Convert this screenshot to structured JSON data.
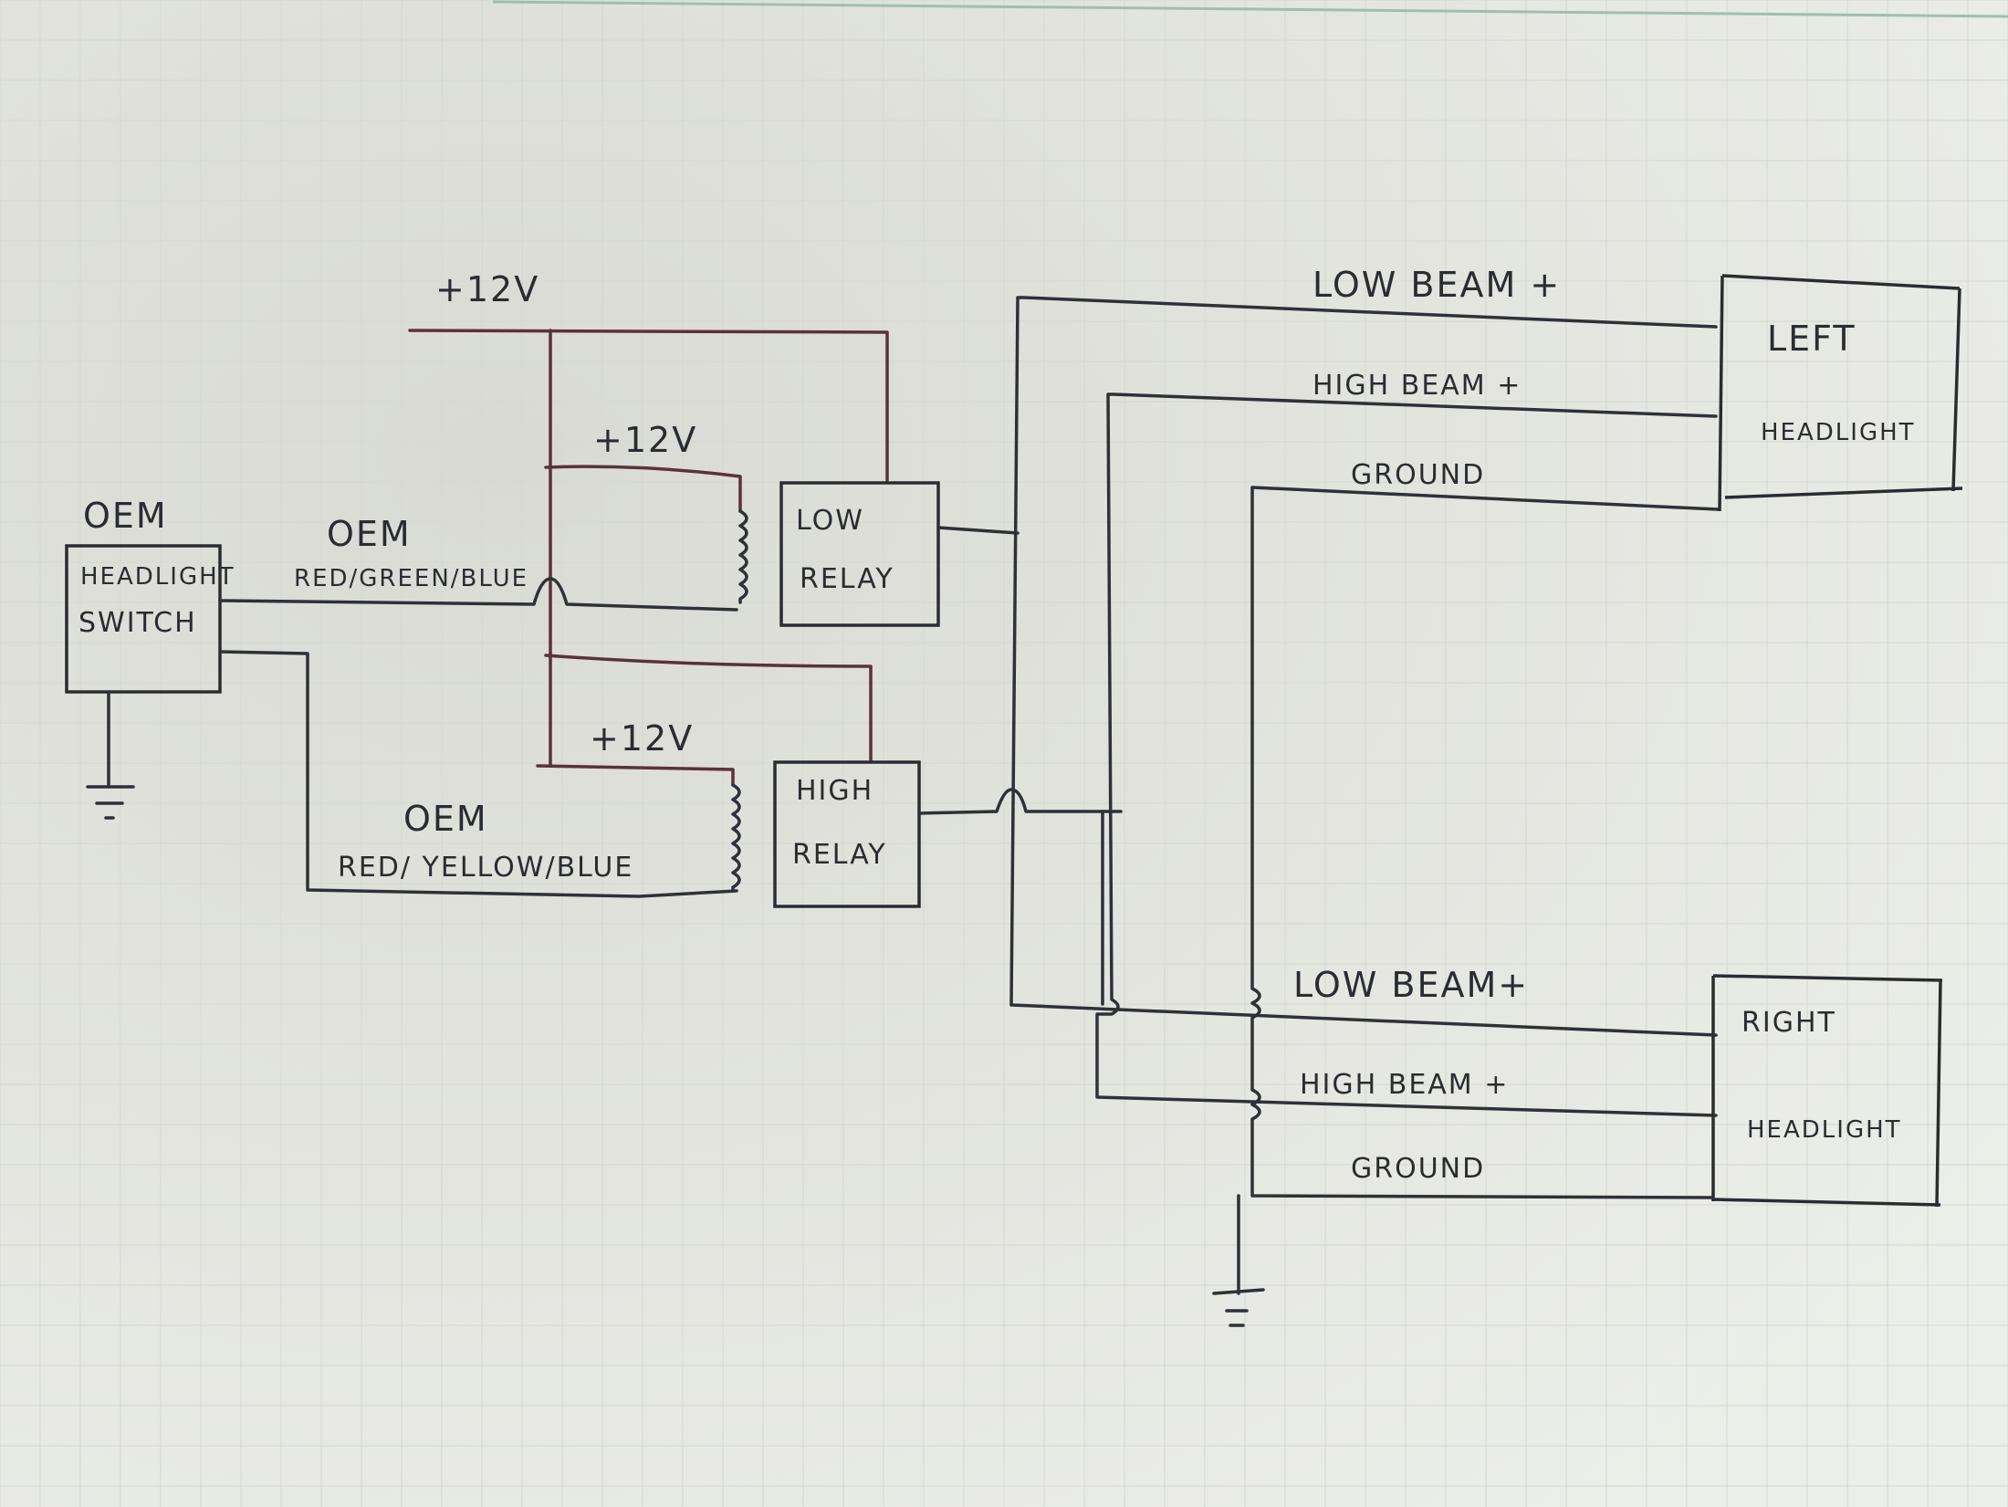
{
  "supply": {
    "top_label": "+12V",
    "low_coil_label": "+12V",
    "high_coil_label": "+12V"
  },
  "headlight_switch": {
    "oem_label": "OEM",
    "line1": "HEADLIGHT",
    "line2": "SWITCH"
  },
  "wire_low_signal": {
    "oem_label": "OEM",
    "color_label": "RED/GREEN/BLUE"
  },
  "wire_high_signal": {
    "oem_label": "OEM",
    "color_label": "RED/ YELLOW/BLUE"
  },
  "low_relay": {
    "line1": "LOW",
    "line2": "RELAY"
  },
  "high_relay": {
    "line1": "HIGH",
    "line2": "RELAY"
  },
  "left_headlight": {
    "line1": "LEFT",
    "line2": "HEADLIGHT",
    "low_beam_label": "LOW BEAM +",
    "high_beam_label": "HIGH BEAM +",
    "ground_label": "GROUND"
  },
  "right_headlight": {
    "line1": "RIGHT",
    "line2": "HEADLIGHT",
    "low_beam_label": "LOW BEAM+",
    "high_beam_label": "HIGH BEAM +",
    "ground_label": "GROUND"
  }
}
